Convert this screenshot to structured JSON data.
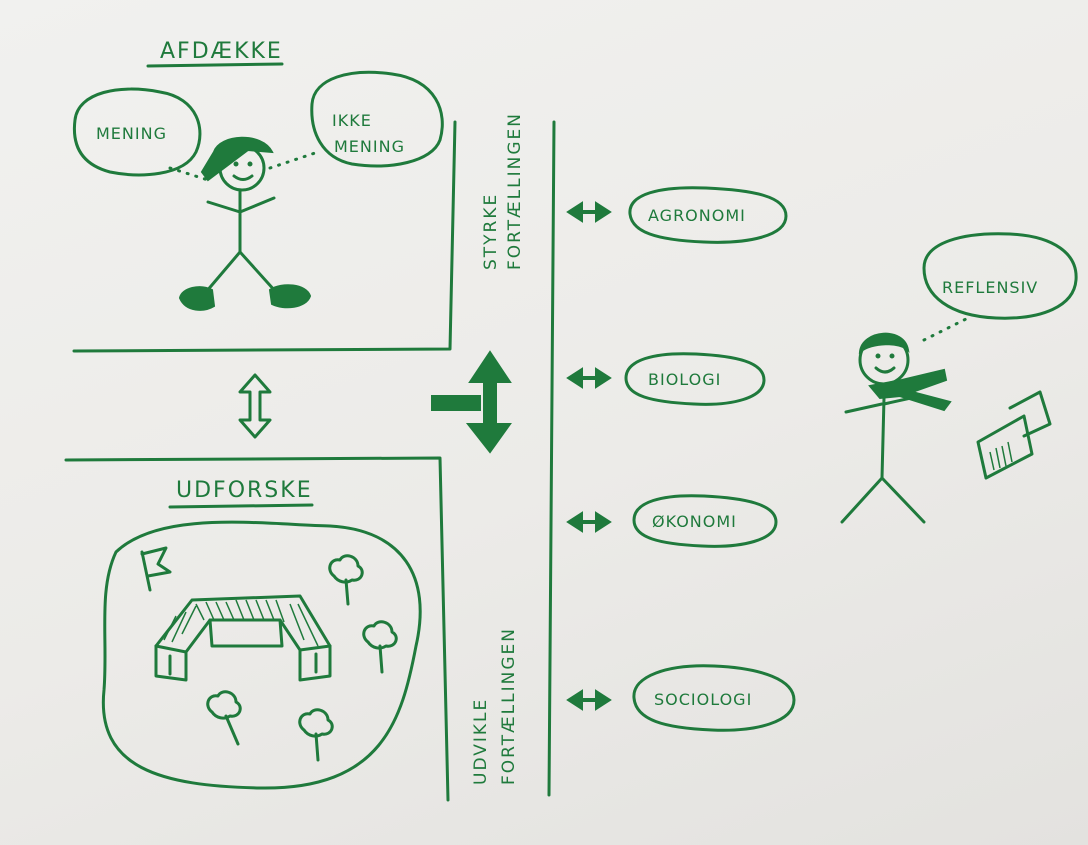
{
  "ink_color": "#1f7a3c",
  "sections": {
    "top_title": "AFDÆKKE",
    "bottom_title": "UDFORSKE"
  },
  "bubbles": {
    "mening": "MENING",
    "ikke_line1": "IKKE",
    "ikke_line2": "MENING",
    "reflensiv": "REFLENSIV"
  },
  "side_labels": {
    "top_line1": "STYRKE",
    "top_line2": "FORTÆLLINGEN",
    "bottom_line1": "UDVIKLE",
    "bottom_line2": "FORTÆLLINGEN"
  },
  "fields": [
    {
      "label": "AGRONOMI"
    },
    {
      "label": "BIOLOGI"
    },
    {
      "label": "ØKONOMI"
    },
    {
      "label": "SOCIOLOGI"
    }
  ]
}
